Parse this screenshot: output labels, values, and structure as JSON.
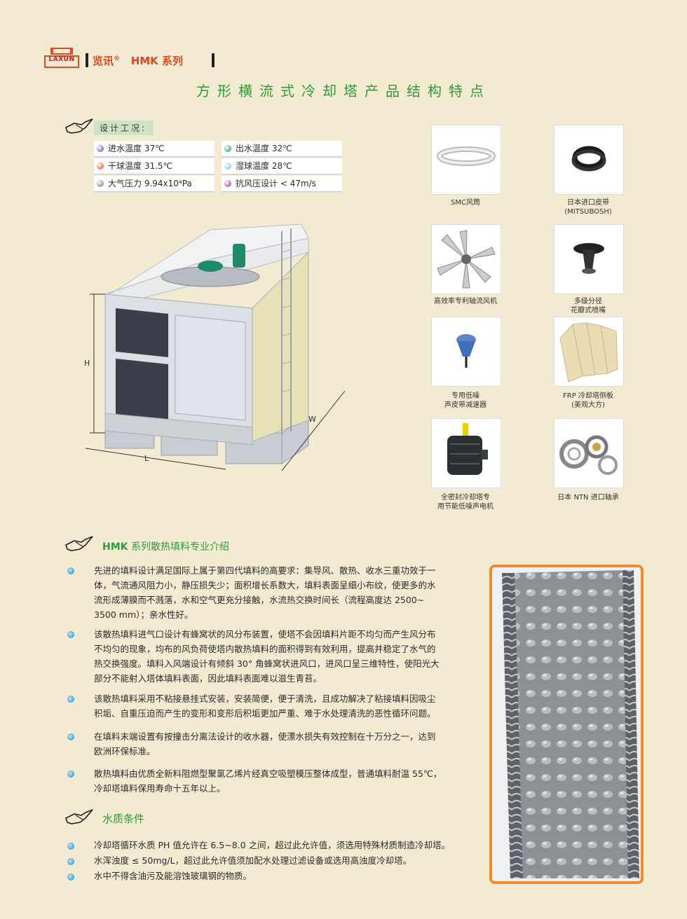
{
  "header": {
    "logo_text": "LAXUN",
    "brand": "览讯",
    "brand_mark": "®",
    "series": "HMK 系列",
    "title": "方形横流式冷却塔产品结构特点"
  },
  "design": {
    "label": "设计工况:",
    "conditions": [
      {
        "text": "进水温度  37℃",
        "color": "#8a7fc8"
      },
      {
        "text": "出水温度  32℃",
        "color": "#4fbf7c"
      },
      {
        "text": "干球温度  31.5℃",
        "color": "#f07b4a"
      },
      {
        "text": "湿球温度  28℃",
        "color": "#8fd7e8"
      },
      {
        "text": "大气压力  9.94x10⁴Pa",
        "color": "#9a9a9a"
      },
      {
        "text": "抗风压设计  <  47m/s",
        "color": "#b06fb5"
      }
    ]
  },
  "dimensions": {
    "h": "H",
    "l": "L",
    "w": "W"
  },
  "parts": [
    {
      "icon": "fan-cylinder-icon",
      "caption": [
        "SMC风筒"
      ]
    },
    {
      "icon": "belt-icon",
      "caption": [
        "日本进口皮带",
        "(MITSUBOSH)"
      ]
    },
    {
      "icon": "axial-fan-icon",
      "caption": [
        "高效率专利轴流风机"
      ]
    },
    {
      "icon": "nozzle-icon",
      "caption": [
        "多级分径",
        "花瓣式喷嘴"
      ]
    },
    {
      "icon": "reducer-icon",
      "caption": [
        "专用低噪",
        "声皮带减速器"
      ]
    },
    {
      "icon": "frp-panel-icon",
      "caption": [
        "FRP 冷却塔侧板",
        "(美观大方)"
      ]
    },
    {
      "icon": "motor-icon",
      "caption": [
        "全密封冷却塔专",
        "用节能低噪声电机"
      ]
    },
    {
      "icon": "bearing-icon",
      "caption": [
        "日本  NTN  进口轴承"
      ]
    }
  ],
  "fill_section": {
    "title_bold": "HMK",
    "title_rest": " 系列散热填料专业介绍",
    "paragraphs": [
      [
        "先进的填料设计满足国际上属于第四代填料的高要求：集导风、散热、收水三重功效于一",
        "体，气流通风阻力小，静压损失少；面积增长系数大，填料表面呈细小布纹，使更多的水",
        "流形成薄膜而不溅落，水和空气更充分接触，水流热交换时间长（流程高度达  2500~",
        "3500  mm）；亲水性好。"
      ],
      [
        "该散热填料进气口设计有蜂窝状的风分布装置，使塔不会因填料片距不均匀而产生风分布",
        "不均匀的现象，均布的风负荷使塔内散热填料的面积得到有效利用，提高并稳定了水气的",
        "热交换强度。填料入风端设计有倾斜 30° 角蜂窝状进风口，进风口呈三维特性，使阳光大",
        "部分不能射入塔体填料表面，因此填料表面难以滋生青苔。"
      ],
      [
        "该散热填料采用不粘接悬挂式安装，安装简便，便于清洗，且成功解决了粘接填料因吸尘",
        "积垢、自重压迫而产生的变形和变形后积垢更加严重、难于水处理清洗的恶性循环问题。"
      ],
      [
        "在填料末端设置有按撞击分离法设计的收水器，使漂水损失有效控制在十万分之一，达到",
        "欧洲环保标准。"
      ],
      [
        "散热填料由优质全新料阻燃型聚氯乙烯片经真空吸塑模压整体成型，普通填料耐温 55℃，",
        "冷却塔填料保用寿命十五年以上。"
      ]
    ]
  },
  "water_section": {
    "title": "水质条件",
    "lines": [
      "冷却塔循环水质 PH 值允许在 6.5~8.0 之间，超过此允许值，须选用特殊材质制造冷却塔。",
      "水浑浊度 ≤ 50mg/L，超过此允许值须加配水处理过滤设备或选用高浊度冷却塔。",
      "水中不得含油污及能溶蚀玻璃钢的物质。"
    ]
  }
}
